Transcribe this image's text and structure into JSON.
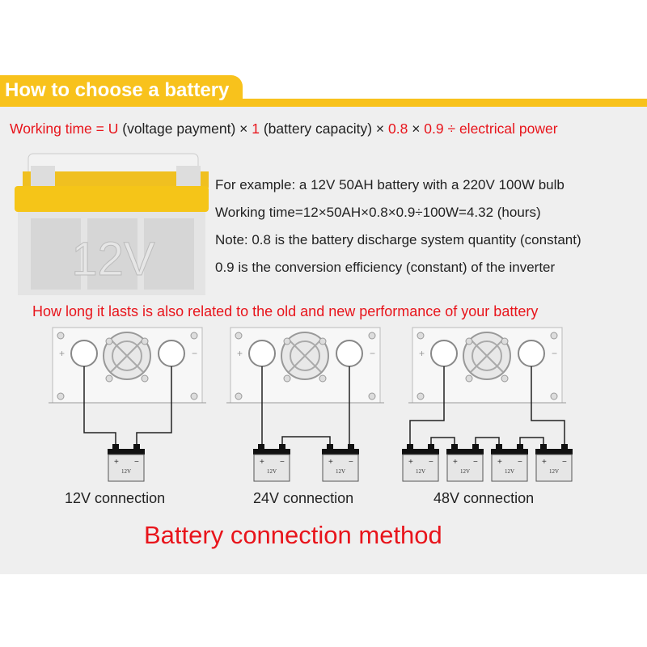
{
  "header": {
    "title": "How to choose a battery",
    "accent": "#f8c21c"
  },
  "formula": {
    "p1": "Working time = ",
    "u": "U",
    "p2": " (voltage payment) × ",
    "one": "1",
    "p3": " (battery capacity) × ",
    "a": "0.8",
    "p4": " × ",
    "b": "0.9",
    "p5": " ÷ electrical power"
  },
  "battery_image": {
    "label": "12V"
  },
  "example": [
    "For example: a 12V 50AH battery with a 220V 100W bulb",
    "Working time=12×50AH×0.8×0.9÷100W=4.32 (hours)",
    "Note: 0.8 is the battery discharge system quantity (constant)",
    "0.9 is the conversion efficiency (constant) of the inverter"
  ],
  "note": "How long it lasts is also related to the old and new performance of your battery",
  "connections": [
    {
      "label": "12V connection"
    },
    {
      "label": "24V connection"
    },
    {
      "label": "48V connection"
    }
  ],
  "small_battery_label": "12V",
  "footer_title": "Battery connection method",
  "colors": {
    "red": "#e8141b",
    "panel": "#efefef"
  }
}
